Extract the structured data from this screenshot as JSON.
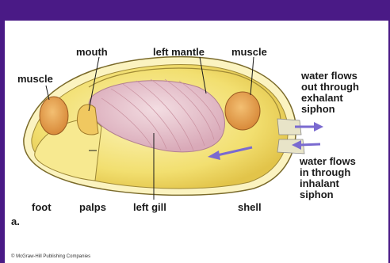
{
  "figure": {
    "panel_letter": "a.",
    "credit": "© McGraw-Hill Publishing Companies",
    "labels": {
      "mouth": "mouth",
      "left_mantle": "left mantle",
      "muscle_top": "muscle",
      "muscle_left": "muscle",
      "exhalant": [
        "water flows",
        "out through",
        "exhalant",
        "siphon"
      ],
      "inhalant": [
        "water flows",
        "in through",
        "inhalant",
        "siphon"
      ],
      "foot": "foot",
      "palps": "palps",
      "left_gill": "left gill",
      "shell": "shell"
    },
    "colors": {
      "background": "#4a1a86",
      "panel": "#ffffff",
      "shell": "#f2e07a",
      "mantle": "#f6ea9a",
      "gill": "#e8c8d0",
      "muscle": "#e8a95a",
      "arrow": "#7a6ad0"
    }
  }
}
